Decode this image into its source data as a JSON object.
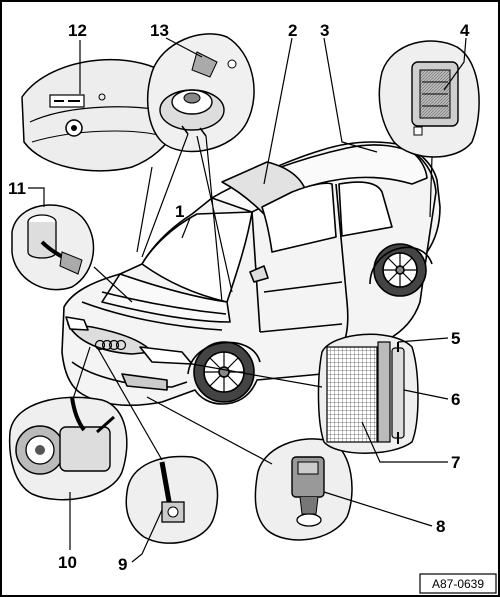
{
  "figure": {
    "reference": "A87-0639"
  },
  "callouts": [
    {
      "id": "c1",
      "label": "1"
    },
    {
      "id": "c2",
      "label": "2"
    },
    {
      "id": "c3",
      "label": "3"
    },
    {
      "id": "c4",
      "label": "4"
    },
    {
      "id": "c5",
      "label": "5"
    },
    {
      "id": "c6",
      "label": "6"
    },
    {
      "id": "c7",
      "label": "7"
    },
    {
      "id": "c8",
      "label": "8"
    },
    {
      "id": "c9",
      "label": "9"
    },
    {
      "id": "c10",
      "label": "10"
    },
    {
      "id": "c11",
      "label": "11"
    },
    {
      "id": "c12",
      "label": "12"
    },
    {
      "id": "c13",
      "label": "13"
    }
  ]
}
